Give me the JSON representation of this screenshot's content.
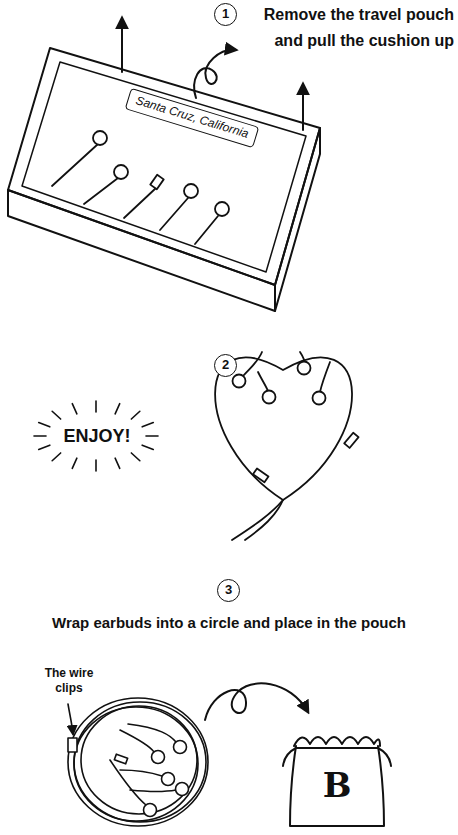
{
  "diagram": {
    "nodes": [
      {
        "text": [
          "1"
        ]
      },
      {
        "text": [
          "Santa Cruz, California"
        ]
      },
      {
        "text": [
          "2"
        ]
      },
      {
        "text": [
          "3"
        ]
      },
      {
        "text": [
          "B"
        ]
      }
    ],
    "labels": [
      "Remove the travel pouch and pull the cushion up",
      "ENJOY!",
      "Wrap earbuds into a circle and place in the pouch",
      "The wire clips"
    ]
  }
}
